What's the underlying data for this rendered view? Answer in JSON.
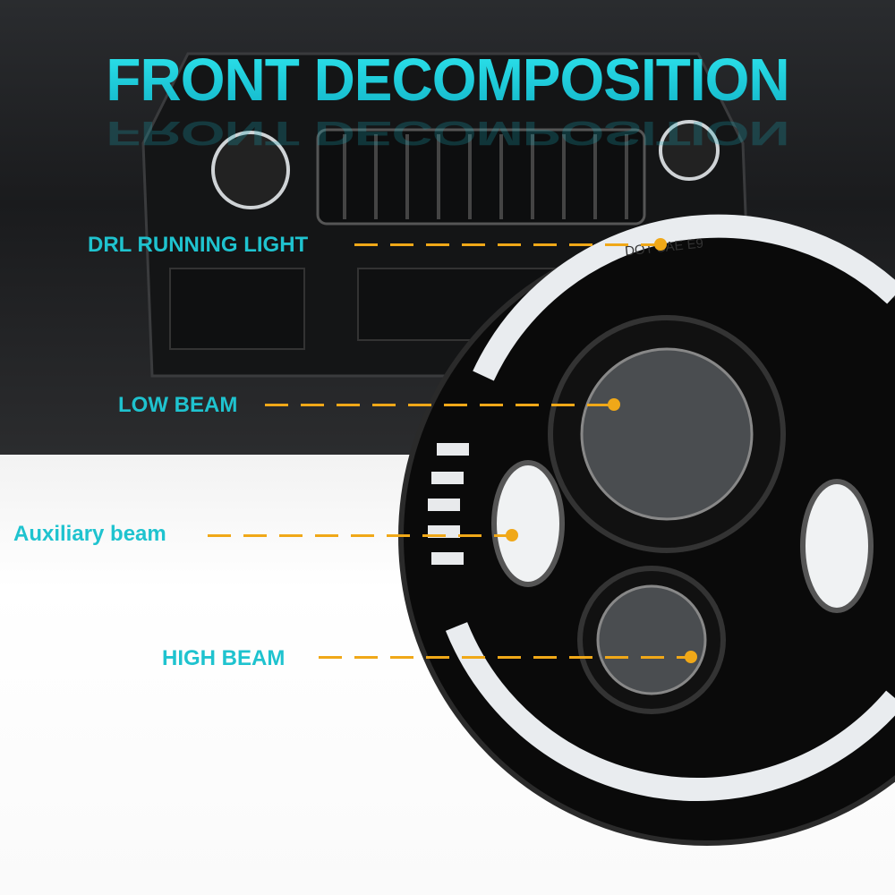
{
  "title": "FRONT DECOMPOSITION",
  "callouts": [
    {
      "label": "DRL RUNNING LIGHT"
    },
    {
      "label": "LOW BEAM"
    },
    {
      "label": "Auxiliary beam"
    },
    {
      "label": "HIGH BEAM"
    }
  ],
  "headlight_marking": "DOT SAE E9",
  "colors": {
    "label": "#1fc3cf",
    "leader": "#f0a818"
  }
}
